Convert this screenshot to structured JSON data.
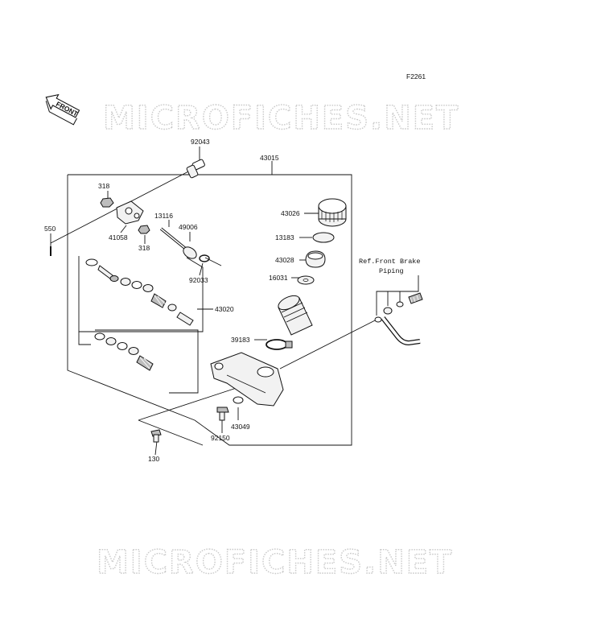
{
  "figure_code": "F2261",
  "front_arrow_label": "FRONT",
  "watermark_text": "MICROFICHES.NET",
  "reference_label": "Ref.Front Brake",
  "reference_label_2": "Piping",
  "callouts": {
    "p92043": "92043",
    "p43015": "43015",
    "p318a": "318",
    "p550": "550",
    "p13116": "13116",
    "p49006": "49006",
    "p41058": "41058",
    "p318b": "318",
    "p92033": "92033",
    "p43026": "43026",
    "p13183": "13183",
    "p43028": "43028",
    "p16031": "16031",
    "p43020": "43020",
    "p39183": "39183",
    "p43049": "43049",
    "p92150": "92150",
    "p130": "130"
  }
}
